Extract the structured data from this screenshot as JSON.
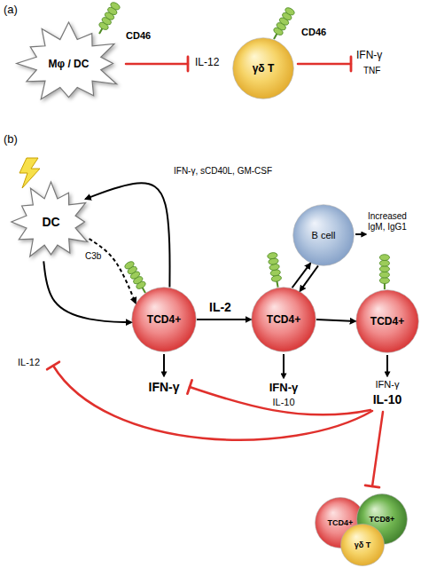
{
  "diagram": {
    "nodes": [
      {
        "text": [
          "Mφ / DC"
        ]
      },
      {
        "text": [
          "γδ T"
        ]
      },
      {
        "text": [
          "DC"
        ]
      },
      {
        "text": [
          "TCD4+"
        ]
      },
      {
        "text": [
          "B cell"
        ]
      },
      {
        "text": [
          "TCD4+"
        ]
      },
      {
        "text": [
          "TCD4+"
        ]
      },
      {
        "text": [
          "TCD4+"
        ]
      },
      {
        "text": [
          "TCD8+"
        ]
      },
      {
        "text": [
          "γδ T"
        ]
      }
    ],
    "edges": [
      {
        "from": 2,
        "to": 3,
        "arrow": "to"
      },
      {
        "from": 3,
        "to": 2,
        "label": "IFN-γ, sCD40L, GM-CSF",
        "arrow": "to"
      },
      {
        "from": 2,
        "to": 3,
        "label": "C3b",
        "arrow": "to"
      },
      {
        "from": 3,
        "to": 5,
        "label": "IL-2",
        "arrow": "to"
      },
      {
        "from": 5,
        "to": 4,
        "arrow": "to"
      },
      {
        "from": 4,
        "to": 5,
        "arrow": "to"
      },
      {
        "from": 5,
        "to": 6,
        "arrow": "to"
      }
    ],
    "labels": [
      "(a)",
      "CD46",
      "IL-12",
      "CD46",
      "IFN-γ",
      "TNF",
      "(b)",
      "IFN-γ",
      "IFN-γ",
      "IL-10",
      "Increased IgM, IgG1",
      "IFN-γ",
      "IL-10",
      "IL-12"
    ]
  }
}
